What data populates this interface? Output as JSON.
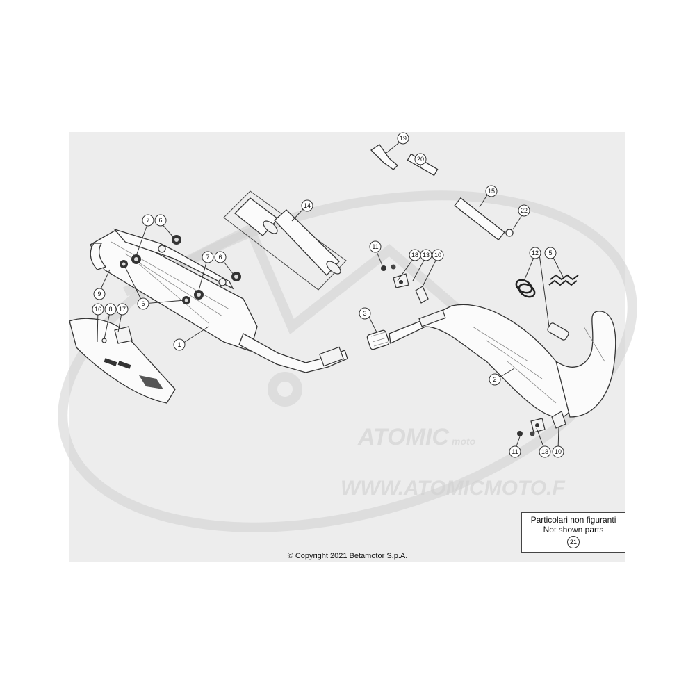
{
  "diagram": {
    "copyright": "© Copyright 2021 Betamotor S.p.A.",
    "legend": {
      "line1": "Particolari non figuranti",
      "line2": "Not shown parts",
      "number": "21"
    },
    "watermark": {
      "text1": "ATOMIC",
      "text2": "moto",
      "url": "WWW.ATOMICMOTO.F"
    },
    "callouts": {
      "c1": "1",
      "c2": "2",
      "c3": "3",
      "c4": "14",
      "c5": "19",
      "c6": "20",
      "c7": "15",
      "c8": "22",
      "c9": "7",
      "c10": "6",
      "c11": "7",
      "c12": "6",
      "c13": "9",
      "c14": "6",
      "c15": "16",
      "c16": "8",
      "c17": "17",
      "c18": "11",
      "c19": "18",
      "c20": "13",
      "c21": "10",
      "c22": "12",
      "c23": "5",
      "c24": "11",
      "c25": "13",
      "c26": "10"
    }
  }
}
